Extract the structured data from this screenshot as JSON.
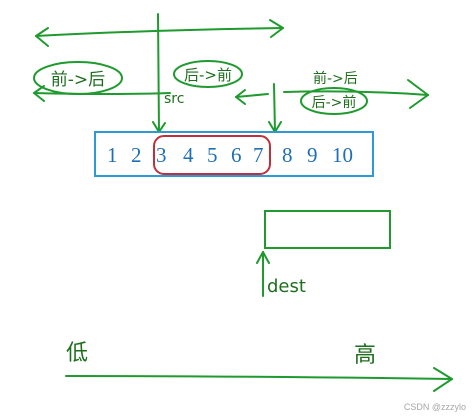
{
  "labels": {
    "left_bubble": "前->后",
    "middle_bubble": "后->前",
    "right_top_text": "前->后",
    "right_bubble": "后->前",
    "src": "src",
    "dest": "dest",
    "low": "低",
    "high": "高",
    "watermark": "CSDN @zzzylo"
  },
  "array": {
    "cells": [
      "1",
      "2",
      "3",
      "4",
      "5",
      "6",
      "7",
      "8",
      "9",
      "10"
    ],
    "highlighted": [
      "3",
      "4",
      "5",
      "6",
      "7"
    ]
  },
  "colors": {
    "green": "#1e9a2e",
    "blue": "#2d9ad3",
    "red": "#c0303a",
    "number": "#1f6fb5"
  }
}
